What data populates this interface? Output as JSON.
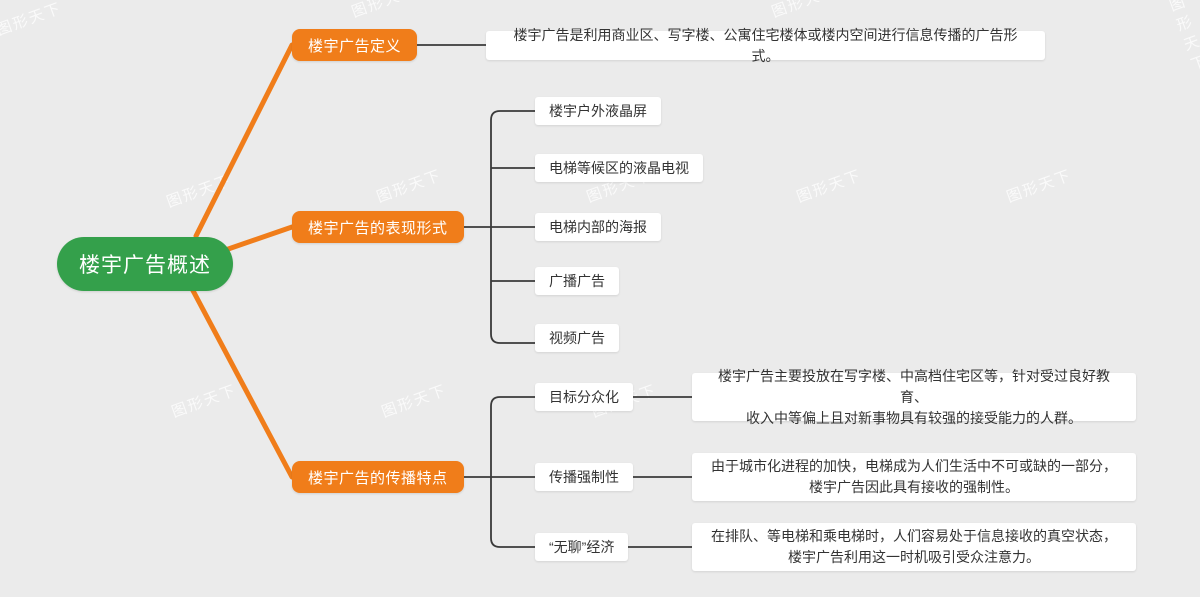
{
  "background_color": "#ebebeb",
  "colors": {
    "root": "#34a04b",
    "branch": "#f07d1a",
    "connector_main": "#f07d1a",
    "connector_sub": "#333333",
    "node_text": "#ffffff",
    "leaf_text": "#333333",
    "leaf_bg": "#ffffff"
  },
  "watermark": {
    "text": "图形天下"
  },
  "mindmap": {
    "root": {
      "label": "楼宇广告概述"
    },
    "branches": [
      {
        "label": "楼宇广告定义",
        "children": [
          {
            "label": "楼宇广告是利用商业区、写字楼、公寓住宅楼体或楼内空间进行信息传播的广告形式。"
          }
        ]
      },
      {
        "label": "楼宇广告的表现形式",
        "children": [
          {
            "label": "楼宇户外液晶屏"
          },
          {
            "label": "电梯等候区的液晶电视"
          },
          {
            "label": "电梯内部的海报"
          },
          {
            "label": "广播广告"
          },
          {
            "label": "视频广告"
          }
        ]
      },
      {
        "label": "楼宇广告的传播特点",
        "children": [
          {
            "label": "目标分众化",
            "desc_line1": "楼宇广告主要投放在写字楼、中高档住宅区等，针对受过良好教育、",
            "desc_line2": "收入中等偏上且对新事物具有较强的接受能力的人群。"
          },
          {
            "label": "传播强制性",
            "desc_line1": "由于城市化进程的加快，电梯成为人们生活中不可或缺的一部分，",
            "desc_line2": "楼宇广告因此具有接收的强制性。"
          },
          {
            "label": "“无聊”经济",
            "desc_line1": "在排队、等电梯和乘电梯时，人们容易处于信息接收的真空状态，",
            "desc_line2": "楼宇广告利用这一时机吸引受众注意力。"
          }
        ]
      }
    ]
  }
}
